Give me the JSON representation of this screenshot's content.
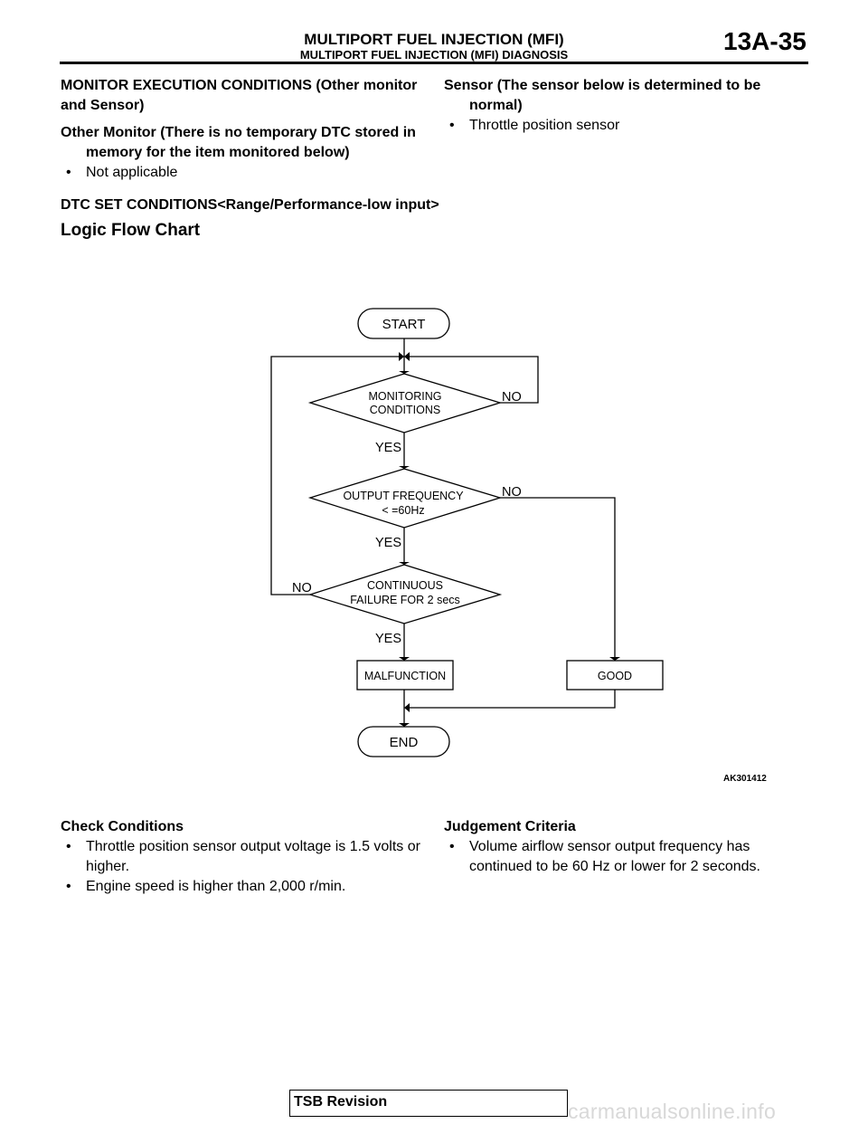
{
  "header": {
    "title": "MULTIPORT FUEL INJECTION (MFI)",
    "subtitle": "MULTIPORT FUEL INJECTION (MFI) DIAGNOSIS",
    "page_number": "13A-35"
  },
  "monitor_execution": {
    "heading": "MONITOR EXECUTION CONDITIONS (Other monitor and Sensor)",
    "other_monitor_heading": "Other Monitor (There is no temporary DTC stored in memory for the item monitored below)",
    "other_monitor_items": [
      "Not applicable"
    ],
    "sensor_heading": "Sensor (The sensor below is determined to be normal)",
    "sensor_items": [
      "Throttle position sensor"
    ]
  },
  "dtc_set_heading": "DTC SET CONDITIONS<Range/Performance-low input>",
  "logic_flow_heading": "Logic Flow Chart",
  "flowchart": {
    "start": "START",
    "end": "END",
    "decision1": [
      "MONITORING",
      "CONDITIONS"
    ],
    "decision2": [
      "OUTPUT FREQUENCY",
      "< =60Hz"
    ],
    "decision3": [
      "CONTINUOUS",
      "FAILURE FOR 2 secs"
    ],
    "malfunction": "MALFUNCTION",
    "good": "GOOD",
    "yes": "YES",
    "no": "NO",
    "figure_id": "AK301412"
  },
  "check_conditions": {
    "heading": "Check Conditions",
    "items": [
      "Throttle position sensor output voltage is 1.5 volts or higher.",
      "Engine speed is higher than 2,000 r/min."
    ]
  },
  "judgement_criteria": {
    "heading": "Judgement Criteria",
    "items": [
      "Volume airflow sensor output frequency has continued to be 60 Hz or lower for 2 seconds."
    ]
  },
  "footer": {
    "label": "TSB Revision",
    "watermark": "carmanualsonline.info"
  }
}
